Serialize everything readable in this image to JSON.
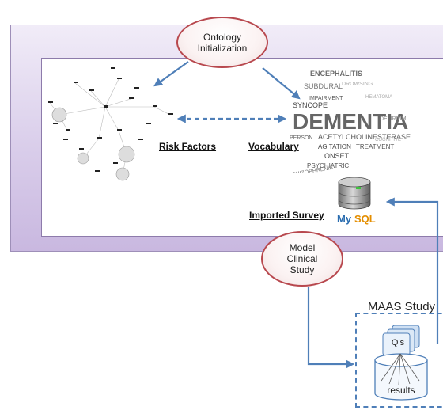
{
  "nodes": {
    "ontology_initialization": {
      "line1": "Ontology",
      "line2": "Initialization"
    },
    "model_clinical_study": {
      "line1": "Model",
      "line2": "Clinical",
      "line3": "Study"
    }
  },
  "labels": {
    "risk_factors": "Risk Factors",
    "vocabulary": "Vocabulary",
    "imported_survey": "Imported Survey"
  },
  "maas": {
    "title": "MAAS Study",
    "questionnaire": "Q's",
    "results": "results"
  },
  "word_cloud": {
    "main": "DEMENTIA",
    "words": [
      "ENCEPHALITIS",
      "SUBDURAL",
      "IMPAIRMENT",
      "SYNCOPE",
      "DELIRIUM",
      "ACETYLCHOLINESTERASE",
      "PERSON",
      "AGITATION",
      "TREATMENT",
      "ONSET",
      "PSYCHIATRIC",
      "SCHIZOPHRENIA",
      "COGNITIVE",
      "HEMATOMA",
      "DROWSING"
    ]
  },
  "logo": {
    "text": "MySQL"
  },
  "colors": {
    "arrow": "#4f7fb8",
    "ellipse_border": "#b8484e",
    "frame": "#c9b8e0"
  }
}
